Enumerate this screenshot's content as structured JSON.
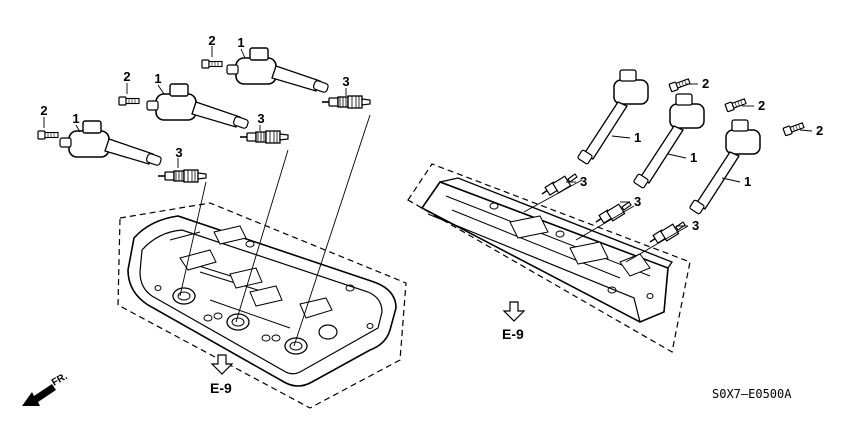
{
  "parts": {
    "ignition_coil": "1",
    "bolt": "2",
    "spark_plug": "3"
  },
  "labels": {
    "ref_front": "E-9",
    "ref_rear": "E-9",
    "front_arrow": "FR.",
    "diagram_code": "S0X7–E0500A"
  }
}
